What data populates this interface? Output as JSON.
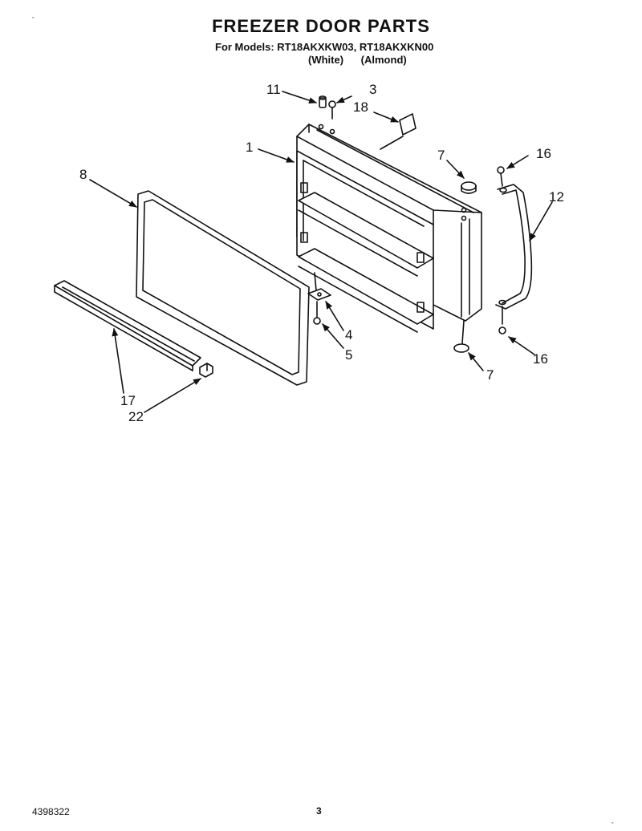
{
  "header": {
    "title": "FREEZER DOOR PARTS",
    "models_line": "For Models: RT18AKXKW03, RT18AKXKN00",
    "color_white": "(White)",
    "color_almond": "(Almond)"
  },
  "callouts": {
    "c11": "11",
    "c3": "3",
    "c18": "18",
    "c1": "1",
    "c7a": "7",
    "c16a": "16",
    "c8": "8",
    "c12": "12",
    "c4": "4",
    "c5": "5",
    "c7b": "7",
    "c16b": "16",
    "c17": "17",
    "c22": "22"
  },
  "footer": {
    "doc_number": "4398322",
    "page": "3"
  },
  "marks": {
    "top_left": "ˬ",
    "bottom_right": "ˬ"
  }
}
